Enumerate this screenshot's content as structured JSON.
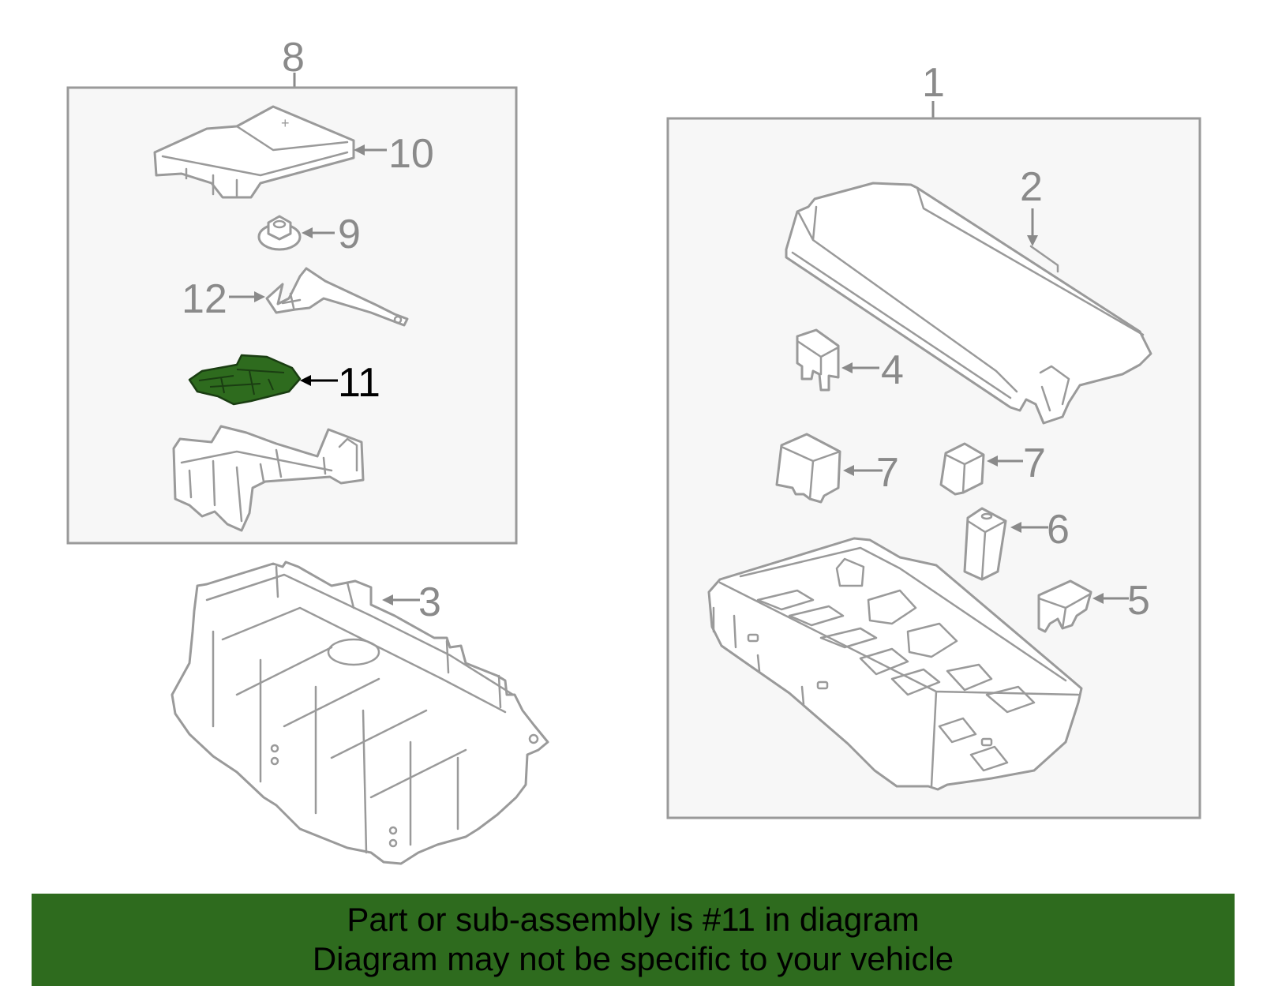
{
  "colors": {
    "highlight": "#2e6b1e",
    "banner": "#2e6b1e",
    "line": "#9a9a9a",
    "label": "#8a8a8a"
  },
  "callouts": {
    "c1": "1",
    "c2": "2",
    "c3": "3",
    "c4": "4",
    "c5": "5",
    "c6": "6",
    "c7a": "7",
    "c7b": "7",
    "c8": "8",
    "c9": "9",
    "c10": "10",
    "c11": "11",
    "c12": "12"
  },
  "highlighted_part": "11",
  "banner": {
    "line1": "Part or sub-assembly is #11 in diagram",
    "line2": "Diagram may not be specific to your vehicle"
  }
}
